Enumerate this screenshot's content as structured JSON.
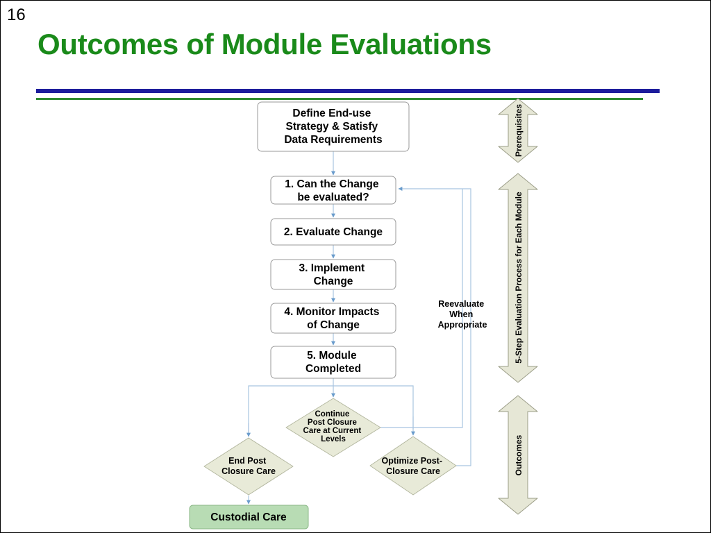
{
  "slide": {
    "number": "16",
    "title": "Outcomes of Module Evaluations"
  },
  "flowchart": {
    "nodes": {
      "define": [
        "Define End-use",
        "Strategy & Satisfy",
        "Data Requirements"
      ],
      "step1": [
        "1. Can the Change",
        "be evaluated?"
      ],
      "step2": [
        "2. Evaluate Change"
      ],
      "step3": [
        "3. Implement",
        "Change"
      ],
      "step4": [
        "4. Monitor Impacts",
        "of Change"
      ],
      "step5": [
        "5. Module",
        "Completed"
      ],
      "continue": [
        "Continue",
        "Post Closure",
        "Care at Current",
        "Levels"
      ],
      "end": [
        "End Post",
        "Closure Care"
      ],
      "optimize": [
        "Optimize Post-",
        "Closure Care"
      ],
      "custodial": [
        "Custodial Care"
      ]
    },
    "loop_label": [
      "Reevaluate",
      "When",
      "Appropriate"
    ]
  },
  "side_arrows": {
    "prerequisites": "Prerequisites",
    "process": "5-Step Evaluation Process for Each Module",
    "outcomes": "Outcomes"
  },
  "colors": {
    "title": "#1a8a1a",
    "rule_blue": "#1c1c9c",
    "rule_green": "#2e8b2e",
    "box_border": "#9a9a9a",
    "connector": "#a8c4e0",
    "diamond_fill": "#e8ead8",
    "arrow_fill": "#e6e7d6",
    "custodial_fill": "#b8dcb4"
  }
}
